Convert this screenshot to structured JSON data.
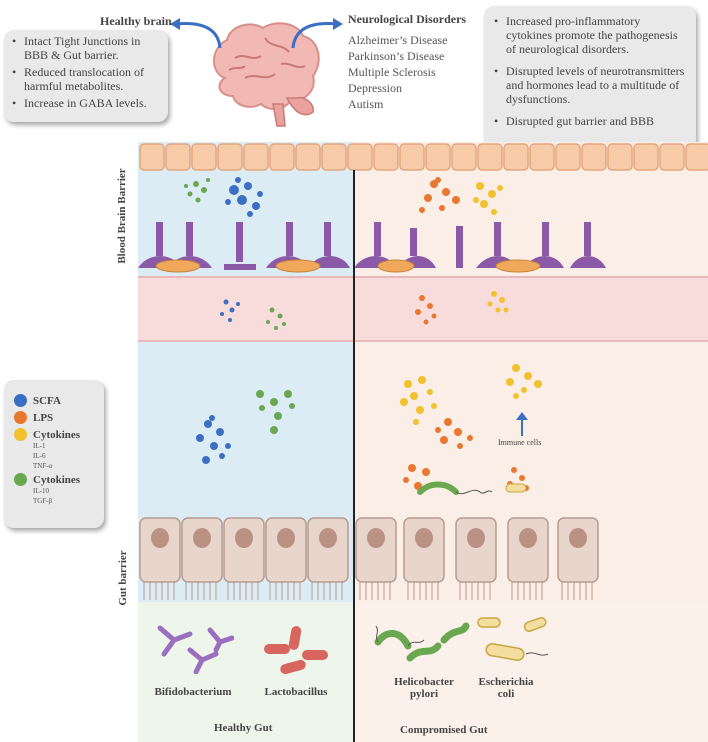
{
  "healthy_brain": {
    "title": "Healthy brain",
    "bullets": [
      "Intact Tight Junctions in BBB & Gut barrier.",
      "Reduced translocation of harmful metabolites.",
      "Increase in GABA levels."
    ]
  },
  "disorders": {
    "title": "Neurological Disorders",
    "items": [
      "Alzheimer’s Disease",
      "Parkinson’s Disease",
      "Multiple Sclerosis",
      "Depression",
      "Autism"
    ]
  },
  "disorder_effects": {
    "bullets": [
      "Increased pro-inflammatory cytokines promote the pathogenesis of neurological disorders.",
      "Disrupted levels of neurotransmitters and hormones lead to a multitude of dysfunctions.",
      "Disrupted gut barrier and BBB"
    ]
  },
  "side_labels": {
    "bbb": "Blood Brain Barrier",
    "gut": "Gut barrier"
  },
  "legend": {
    "items": [
      {
        "label": "SCFA",
        "color": "#3b6fc4",
        "subs": []
      },
      {
        "label": "LPS",
        "color": "#e8782f",
        "subs": []
      },
      {
        "label": "Cytokines",
        "color": "#f2c12e",
        "subs": [
          "IL-1",
          "IL-6",
          "TNF-α"
        ]
      },
      {
        "label": "Cytokines",
        "color": "#6aa84f",
        "subs": [
          "IL-10",
          "TGF-β"
        ]
      }
    ]
  },
  "immune_label": "Immune cells",
  "bacteria": {
    "bifido": "Bifidobacterium",
    "lacto": "Lactobacillus",
    "helico": "Helicobacter pylori",
    "ecoli": "Escherichia coli"
  },
  "footer": {
    "healthy": "Healthy Gut",
    "compromised": "Compromised Gut"
  },
  "colors": {
    "scfa": "#3b6fc4",
    "lps": "#e8782f",
    "cytokine_pro": "#f2c12e",
    "cytokine_anti": "#6aa84f",
    "healthy_bg": "#dcecf4",
    "compromised_bg": "#fbeee6",
    "astrocyte": "#8a5aa8",
    "brain": "#f2b8b4"
  }
}
